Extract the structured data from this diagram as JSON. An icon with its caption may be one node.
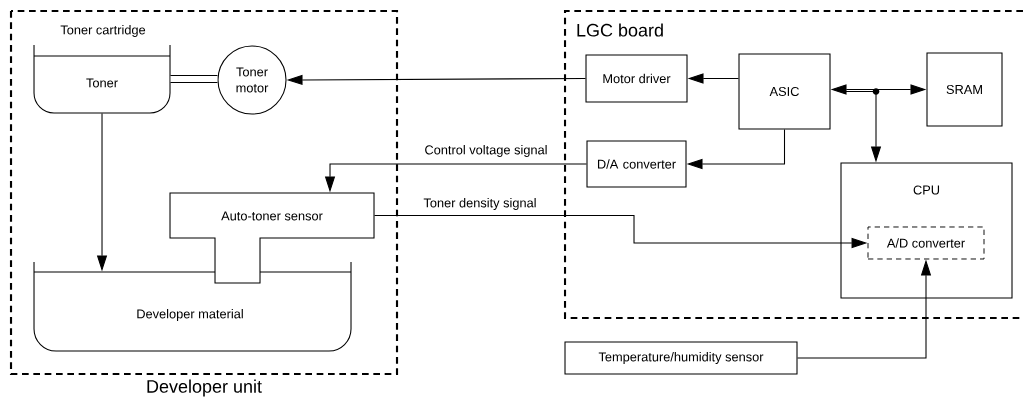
{
  "diagram": {
    "nodes": [
      {
        "text": [
          "Developer unit"
        ]
      },
      {
        "text": [
          "Toner cartridge",
          "Toner"
        ],
        "in": 0
      },
      {
        "text": [
          "Toner motor"
        ],
        "in": 0
      },
      {
        "text": [
          "Auto-toner sensor"
        ],
        "in": 0
      },
      {
        "text": [
          "Developer material"
        ],
        "in": 0
      },
      {
        "text": [
          "LGC board"
        ]
      },
      {
        "text": [
          "Motor driver"
        ],
        "in": 5
      },
      {
        "text": [
          "ASIC"
        ],
        "in": 5
      },
      {
        "text": [
          "SRAM"
        ],
        "in": 5
      },
      {
        "text": [
          "D/A converter"
        ],
        "in": 5
      },
      {
        "text": [
          "CPU"
        ],
        "in": 5
      },
      {
        "text": [
          "A/D converter"
        ],
        "in": 10
      },
      {
        "text": [
          "Temperature/humidity sensor"
        ]
      }
    ],
    "edges": [
      {
        "from": 6,
        "to": 2,
        "arrow": "to"
      },
      {
        "from": 7,
        "to": 6,
        "arrow": "to"
      },
      {
        "from": 7,
        "to": 8,
        "arrow": "both"
      },
      {
        "from": 7,
        "to": 10,
        "arrow": "to"
      },
      {
        "from": 7,
        "to": 9,
        "arrow": "to"
      },
      {
        "from": 9,
        "to": 3,
        "arrow": "to",
        "label": "Control voltage signal"
      },
      {
        "from": 3,
        "to": 11,
        "arrow": "to",
        "label": "Toner density signal"
      },
      {
        "from": 12,
        "to": 11,
        "arrow": "to"
      },
      {
        "from": 1,
        "to": 4,
        "arrow": "to"
      },
      {
        "from": 1,
        "to": 2,
        "arrow": "none",
        "style": "thick"
      }
    ]
  }
}
